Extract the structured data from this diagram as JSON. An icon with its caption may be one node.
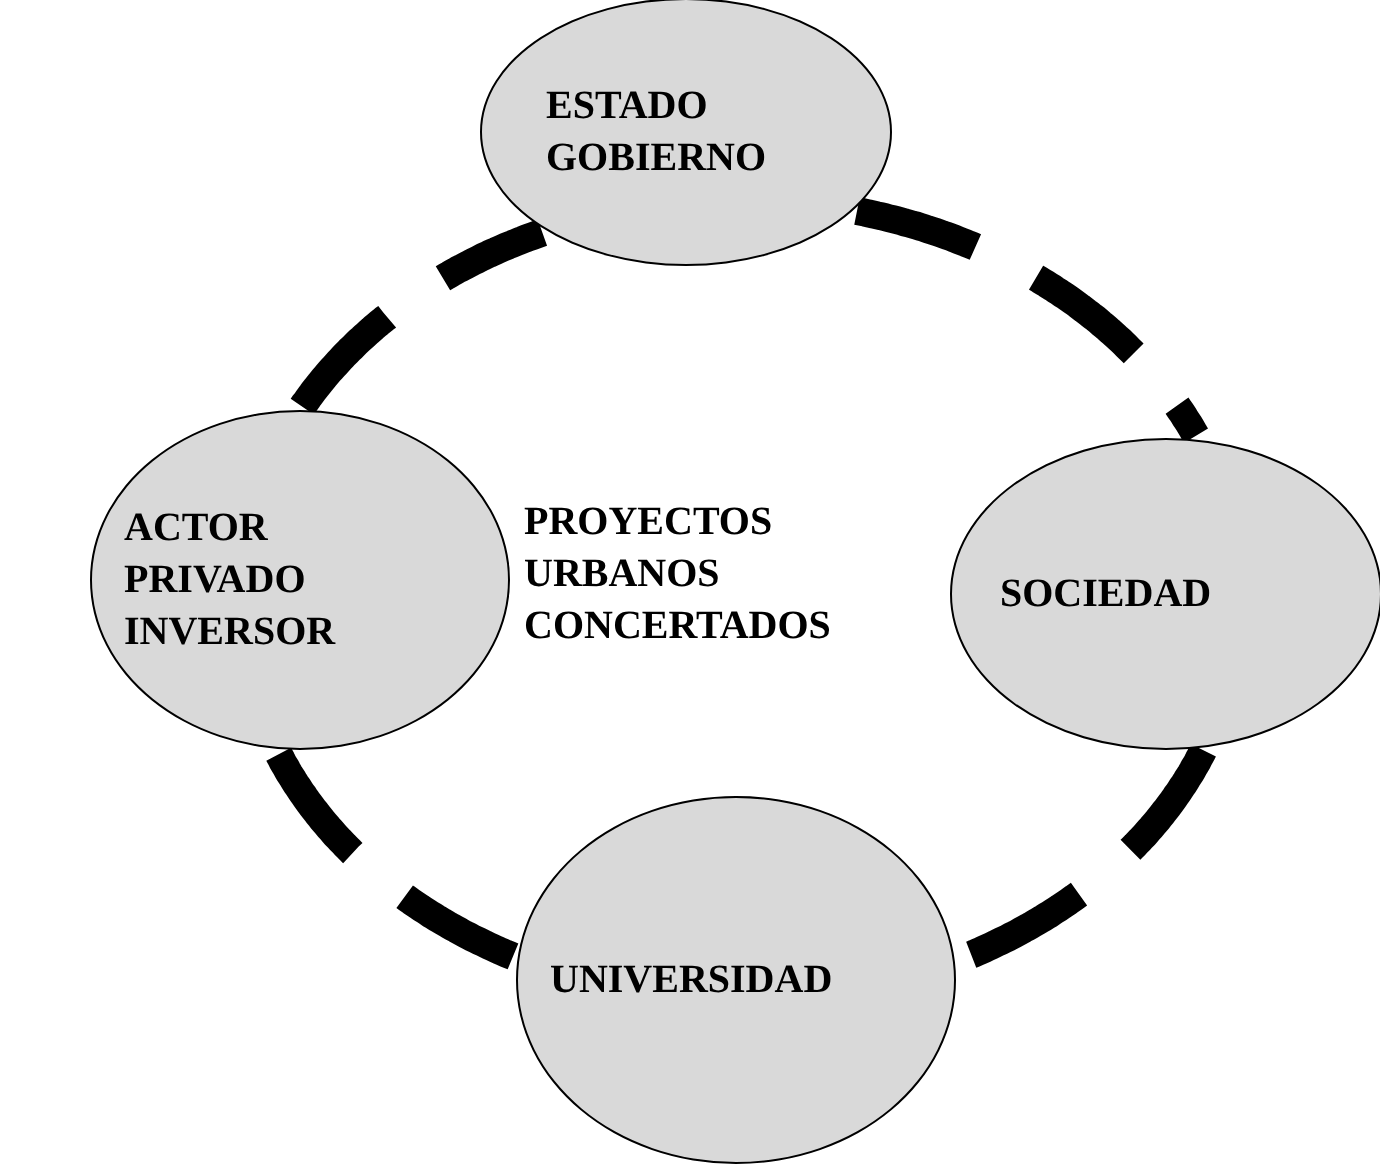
{
  "diagram": {
    "nodes": [
      {
        "text": [
          "ESTADO GOBIERNO"
        ]
      },
      {
        "text": [
          "ACTOR PRIVADO INVERSOR"
        ]
      },
      {
        "text": [
          "SOCIEDAD"
        ]
      },
      {
        "text": [
          "UNIVERSIDAD"
        ]
      }
    ],
    "edges": [
      {
        "from": 0,
        "to": 2,
        "arrow": "none",
        "style": "dashed"
      },
      {
        "from": 2,
        "to": 3,
        "arrow": "none",
        "style": "dashed"
      },
      {
        "from": 3,
        "to": 1,
        "arrow": "none",
        "style": "dashed"
      },
      {
        "from": 1,
        "to": 0,
        "arrow": "none",
        "style": "dashed"
      }
    ],
    "labels": [
      "PROYECTOS URBANOS CONCERTADOS"
    ]
  }
}
